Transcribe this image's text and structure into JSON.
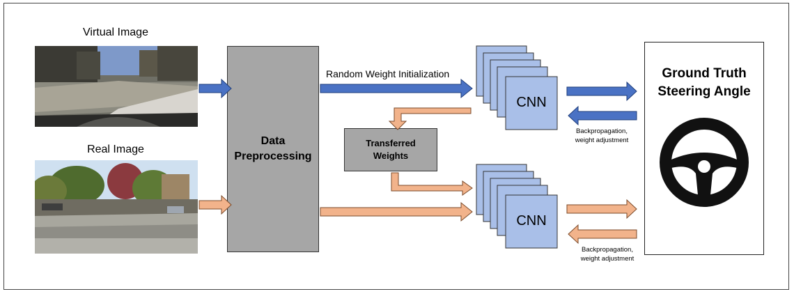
{
  "labels": {
    "virtual_image": "Virtual Image",
    "real_image": "Real Image",
    "data_preprocessing": "Data\nPreprocessing",
    "random_weight_init": "Random Weight Initialization",
    "transferred_weights": "Transferred\nWeights",
    "cnn_top": "CNN",
    "cnn_bottom": "CNN",
    "ground_truth": "Ground Truth\nSteering Angle",
    "backprop_top": "Backpropagation,\nweight adjustment",
    "backprop_bottom": "Backpropagation,\nweight adjustment"
  },
  "icons": {
    "steering": "steering-wheel-icon"
  },
  "colors": {
    "virtual_path": "#4a72c4",
    "real_path": "#f2b38b",
    "process_box": "#a6a6a6",
    "cnn_fill": "#a9bfe8"
  }
}
